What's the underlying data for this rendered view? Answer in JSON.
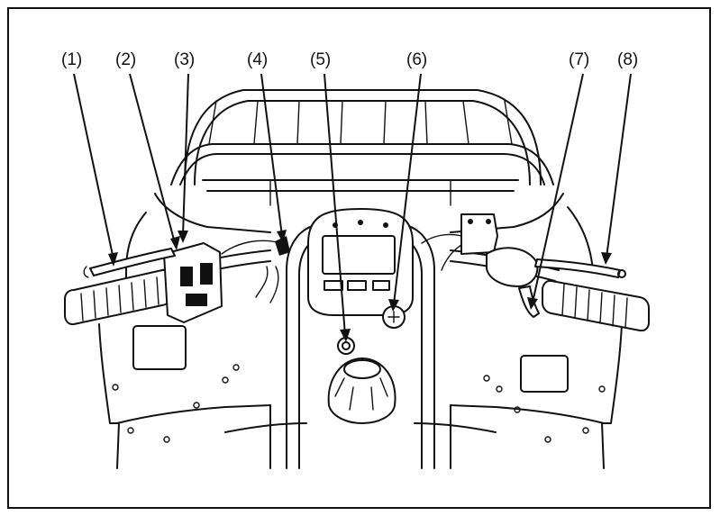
{
  "callouts": [
    {
      "id": "1",
      "label": "(1)"
    },
    {
      "id": "2",
      "label": "(2)"
    },
    {
      "id": "3",
      "label": "(3)"
    },
    {
      "id": "4",
      "label": "(4)"
    },
    {
      "id": "5",
      "label": "(5)"
    },
    {
      "id": "6",
      "label": "(6)"
    },
    {
      "id": "7",
      "label": "(7)"
    },
    {
      "id": "8",
      "label": "(8)"
    }
  ],
  "colors": {
    "ink": "#111111",
    "paper": "#ffffff",
    "dark_fill": "#2a2a2a"
  }
}
